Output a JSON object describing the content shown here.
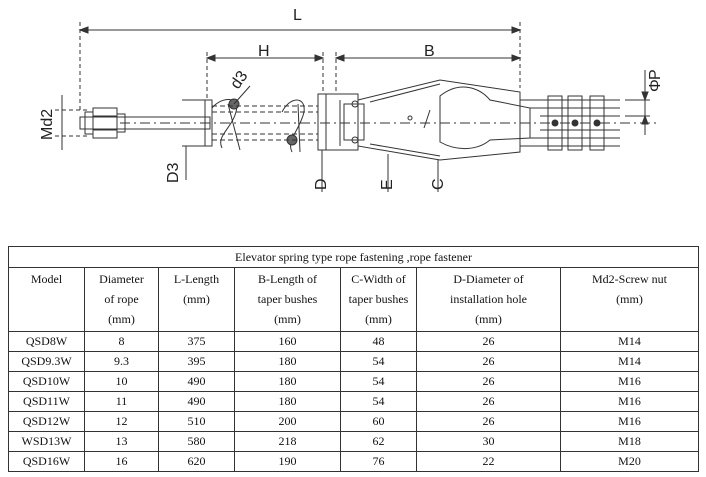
{
  "drawing": {
    "labels": {
      "L": "L",
      "H": "H",
      "B": "B",
      "d3": "d3",
      "Md2": "Md2",
      "D3": "D3",
      "D": "D",
      "E": "E",
      "C": "C",
      "phi": "Φ",
      "P": "P"
    }
  },
  "table": {
    "caption": "Elevator spring type rope fastening ,rope fastener",
    "headers": [
      [
        "Model"
      ],
      [
        "Diameter",
        "of rope",
        "(mm)"
      ],
      [
        "L-Length",
        "(mm)"
      ],
      [
        "B-Length of",
        "taper bushes",
        "(mm)"
      ],
      [
        "C-Width of",
        "taper bushes",
        "(mm)"
      ],
      [
        "D-Diameter of",
        "installation hole",
        "(mm)"
      ],
      [
        "Md2-Screw nut",
        "(mm)"
      ]
    ],
    "rows": [
      [
        "QSD8W",
        "8",
        "375",
        "160",
        "48",
        "26",
        "M14"
      ],
      [
        "QSD9.3W",
        "9.3",
        "395",
        "180",
        "54",
        "26",
        "M14"
      ],
      [
        "QSD10W",
        "10",
        "490",
        "180",
        "54",
        "26",
        "M16"
      ],
      [
        "QSD11W",
        "11",
        "490",
        "180",
        "54",
        "26",
        "M16"
      ],
      [
        "QSD12W",
        "12",
        "510",
        "200",
        "60",
        "26",
        "M16"
      ],
      [
        "WSD13W",
        "13",
        "580",
        "218",
        "62",
        "30",
        "M18"
      ],
      [
        "QSD16W",
        "16",
        "620",
        "190",
        "76",
        "22",
        "M20"
      ]
    ]
  }
}
